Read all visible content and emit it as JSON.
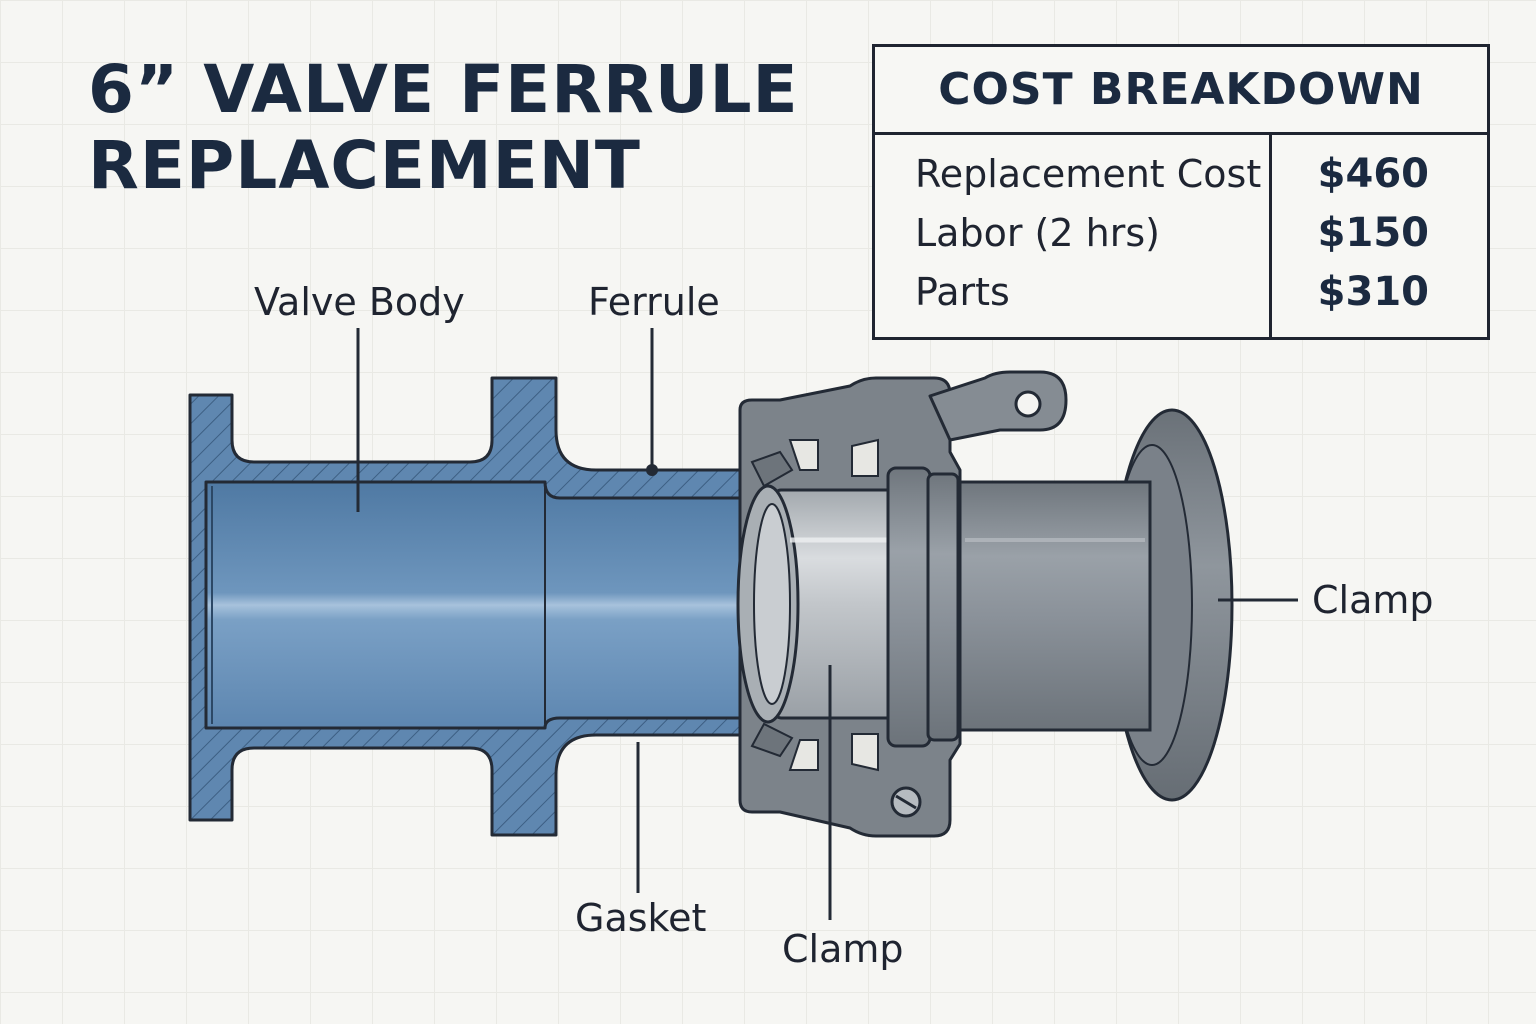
{
  "title": {
    "line1": "6” VALVE FERRULE",
    "line2": "REPLACEMENT"
  },
  "cost_breakdown": {
    "heading": "COST BREAKDOWN",
    "rows": [
      {
        "item": "Replacement Cost",
        "amount": "$460"
      },
      {
        "item": "Labor (2 hrs)",
        "amount": "$150"
      },
      {
        "item": "Parts",
        "amount": "$310"
      }
    ]
  },
  "labels": {
    "valve_body": "Valve Body",
    "ferrule": "Ferrule",
    "gasket": "Gasket",
    "clamp_bottom": "Clamp",
    "clamp_right": "Clamp"
  },
  "colors": {
    "valve_blue": "#5f87b0",
    "metal_grey": "#8e959c",
    "outline": "#232a35",
    "title_navy": "#1b2a40"
  }
}
